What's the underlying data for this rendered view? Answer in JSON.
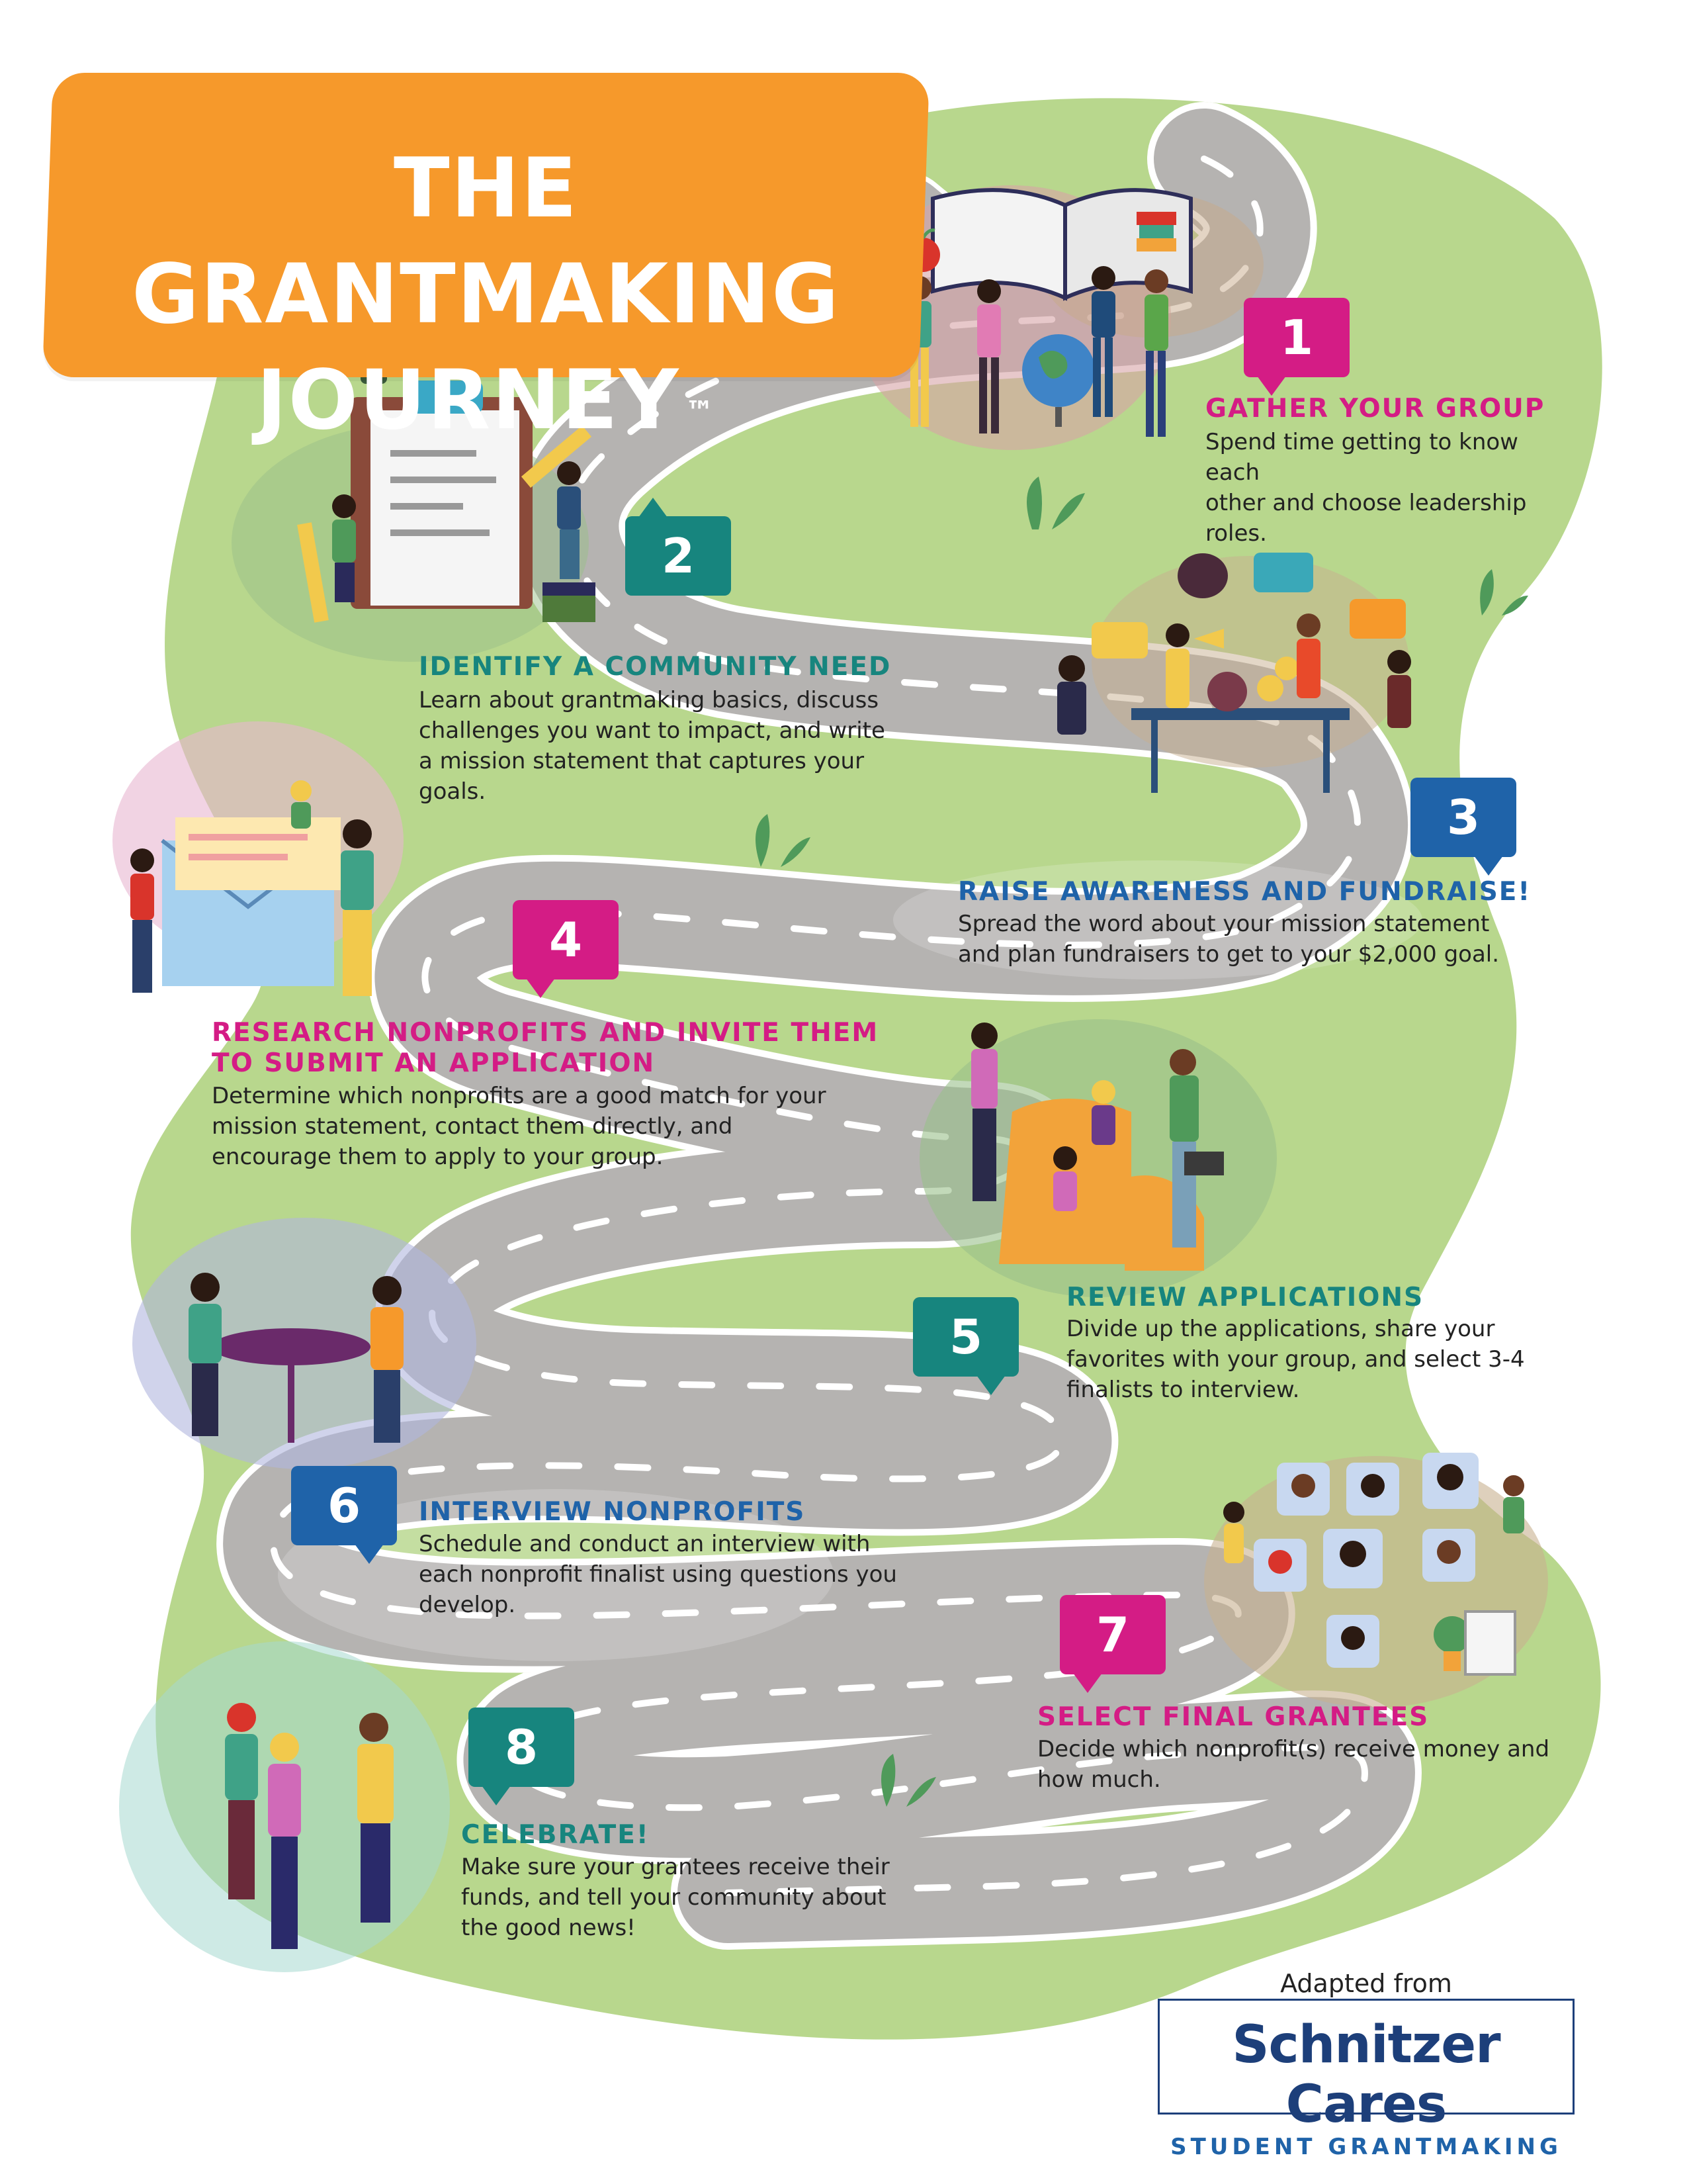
{
  "header": {
    "title_line1": "THE GRANTMAKING",
    "title_line2": "JOURNEY",
    "trademark": "™"
  },
  "colors": {
    "background_land": "#b8d78d",
    "road": "#b5b3b1",
    "road_dash": "#ffffff",
    "title_box": "#f6992b",
    "pink": "#d41c85",
    "teal": "#17857e",
    "blue": "#1f63a9",
    "credit_navy": "#1d3f7a"
  },
  "steps": [
    {
      "number": "1",
      "heading": "GATHER YOUR GROUP",
      "body_lines": [
        "Spend time getting to know each",
        "other and choose leadership",
        "roles."
      ],
      "color": "pink"
    },
    {
      "number": "2",
      "heading": "IDENTIFY A COMMUNITY NEED",
      "body_lines": [
        "Learn about grantmaking basics, discuss",
        "challenges you want to impact, and write",
        "a mission statement that captures your",
        "goals."
      ],
      "color": "teal"
    },
    {
      "number": "3",
      "heading": "RAISE AWARENESS AND FUNDRAISE!",
      "body_lines": [
        "Spread the word about your mission statement",
        "and plan fundraisers to get to your $2,000 goal."
      ],
      "color": "blue"
    },
    {
      "number": "4",
      "heading_lines": [
        "RESEARCH NONPROFITS AND INVITE THEM",
        "TO SUBMIT AN APPLICATION"
      ],
      "body_lines": [
        "Determine which nonprofits are a good match for your",
        "mission statement, contact them directly, and",
        "encourage them to apply to your group."
      ],
      "color": "pink"
    },
    {
      "number": "5",
      "heading": "REVIEW APPLICATIONS",
      "body_lines": [
        "Divide up the applications, share your",
        "favorites with your group, and select 3-4",
        "finalists to interview."
      ],
      "color": "teal"
    },
    {
      "number": "6",
      "heading": "INTERVIEW NONPROFITS",
      "body_lines": [
        "Schedule and conduct an interview with",
        "each nonprofit finalist using questions you",
        "develop."
      ],
      "color": "blue"
    },
    {
      "number": "7",
      "heading": "SELECT FINAL GRANTEES",
      "body_lines": [
        "Decide which nonprofit(s) receive money and",
        "how much."
      ],
      "color": "pink"
    },
    {
      "number": "8",
      "heading": "CELEBRATE!",
      "body_lines": [
        "Make sure your grantees receive their",
        "funds, and tell your community about",
        "the good news!"
      ],
      "color": "teal"
    }
  ],
  "credit": {
    "label": "Adapted from",
    "brand": "Schnitzer Cares",
    "subtitle": "STUDENT GRANTMAKING"
  },
  "icons": [
    "book-icon",
    "apple-icon",
    "globe-icon",
    "clipboard-icon",
    "pencil-icon",
    "megaphone-icon",
    "speech-bubble-icon",
    "money-bag-icon",
    "coin-stack-icon",
    "envelope-icon",
    "letter-icon",
    "laptop-icon",
    "armchair-icon",
    "table-icon",
    "avatar-icon",
    "plant-icon",
    "document-icon",
    "grass-tuft-icon"
  ]
}
